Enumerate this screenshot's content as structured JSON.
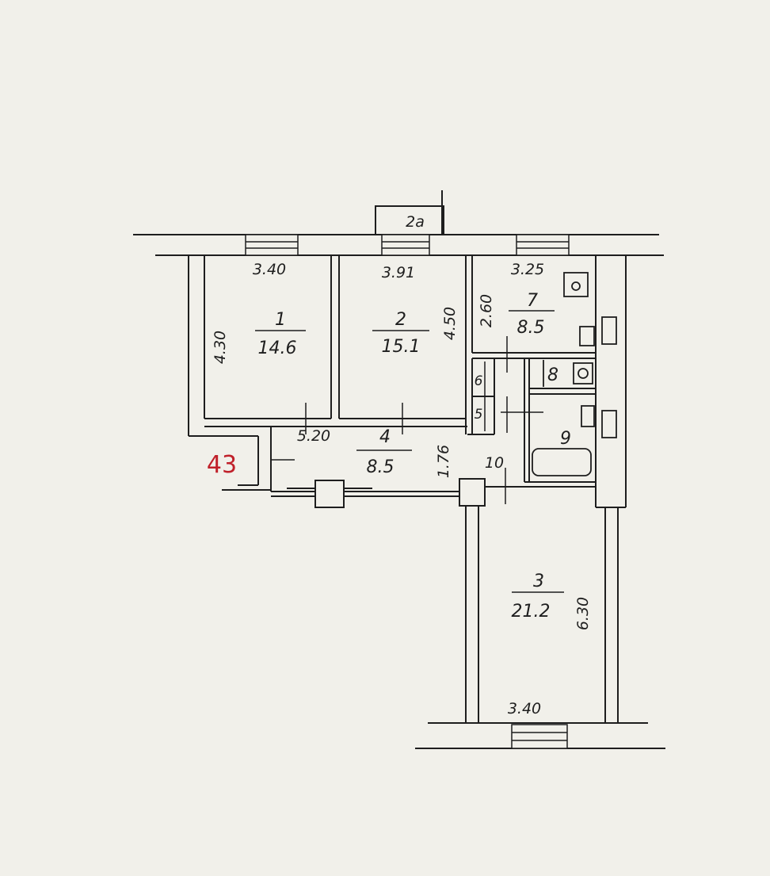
{
  "plan": {
    "apartment_number": "43",
    "balcony_label": "2a",
    "rooms": [
      {
        "id": "room-1",
        "number": "1",
        "area": "14.6"
      },
      {
        "id": "room-2",
        "number": "2",
        "area": "15.1"
      },
      {
        "id": "room-3",
        "number": "3",
        "area": "21.2"
      },
      {
        "id": "room-4",
        "number": "4",
        "area": "8.5"
      },
      {
        "id": "room-5",
        "number": "5"
      },
      {
        "id": "room-6",
        "number": "6"
      },
      {
        "id": "room-7",
        "number": "7",
        "area": "8.5"
      },
      {
        "id": "room-8",
        "number": "8"
      },
      {
        "id": "room-9",
        "number": "9"
      },
      {
        "id": "room-10",
        "number": "10"
      }
    ],
    "dimensions": {
      "room1_width": "3.40",
      "room1_height": "4.30",
      "room2_width": "3.91",
      "room2_height": "4.50",
      "room7_width": "3.25",
      "room7_height": "2.60",
      "hall_width": "5.20",
      "hall_height": "1.76",
      "room3_width": "3.40",
      "room3_height": "6.30"
    },
    "colors": {
      "ink": "#1e1e1e",
      "paper": "#f1f0ea",
      "annotation_red": "#c0202a"
    }
  }
}
